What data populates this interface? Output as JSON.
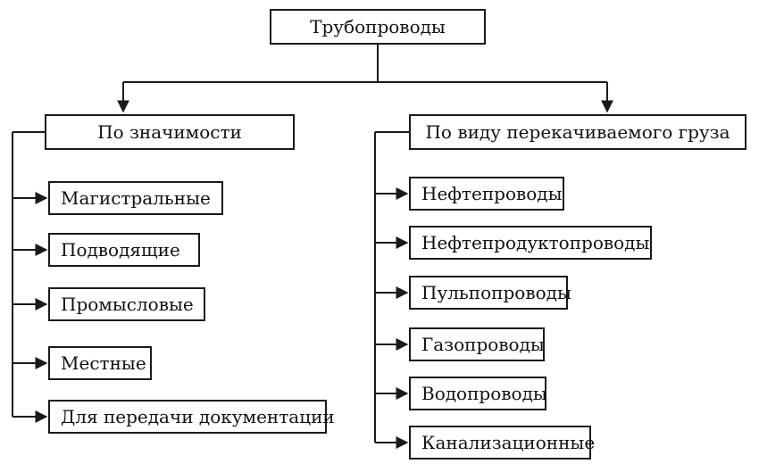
{
  "root": {
    "label": "Трубопроводы"
  },
  "left_branch": {
    "label": "По значимости",
    "items": [
      "Магистральные",
      "Подводящие",
      "Промысловые",
      "Местные",
      "Для передачи документации"
    ]
  },
  "right_branch": {
    "label": "По виду перекачиваемого груза",
    "items": [
      "Нефтепроводы",
      "Нефтепродуктопроводы",
      "Пульпопроводы",
      "Газопроводы",
      "Водопроводы",
      "Канализационные"
    ]
  }
}
